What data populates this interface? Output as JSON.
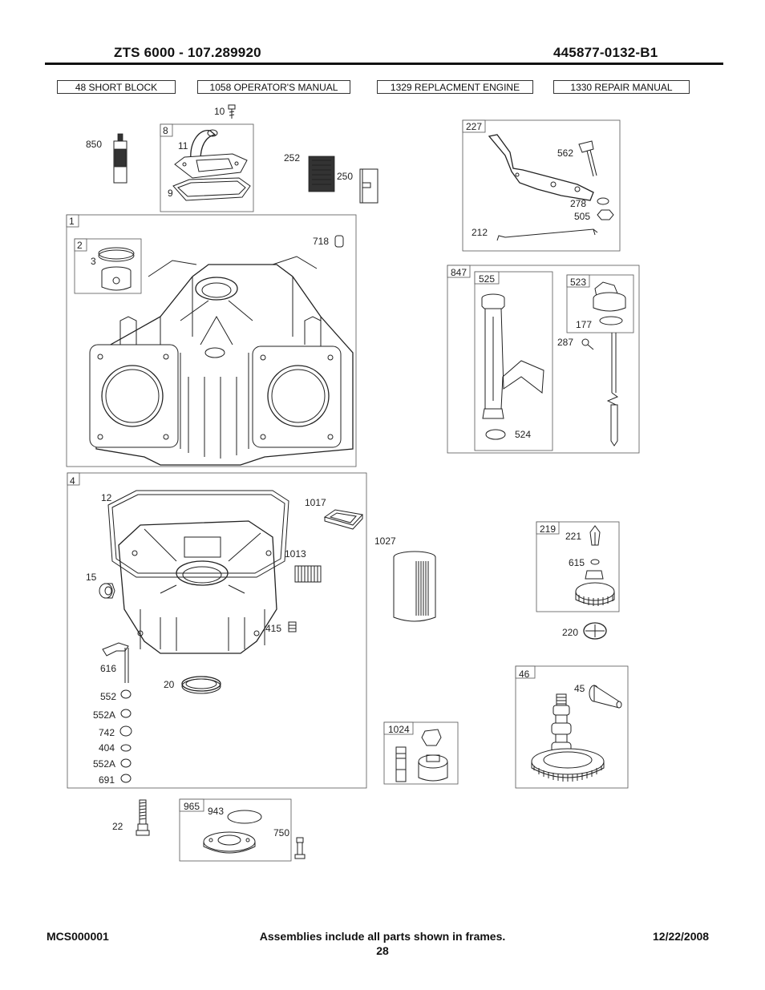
{
  "header": {
    "model": "ZTS 6000 - 107.289920",
    "doc_number": "445877-0132-B1"
  },
  "references": [
    "48 SHORT BLOCK",
    "1058 OPERATOR'S MANUAL",
    "1329 REPLACMENT ENGINE",
    "1330 REPAIR MANUAL"
  ],
  "frames": {
    "f8": "8",
    "f1": "1",
    "f2": "2",
    "f227": "227",
    "f847": "847",
    "f525": "525",
    "f523": "523",
    "f4": "4",
    "f219": "219",
    "f46": "46",
    "f1024": "1024",
    "f965": "965"
  },
  "parts": {
    "p10": "10",
    "p850": "850",
    "p11": "11",
    "p9": "9",
    "p252": "252",
    "p250": "250",
    "p562": "562",
    "p278": "278",
    "p505": "505",
    "p212": "212",
    "p718": "718",
    "p3": "3",
    "p177": "177",
    "p287": "287",
    "p524": "524",
    "p12": "12",
    "p1017": "1017",
    "p1027": "1027",
    "p1013": "1013",
    "p15": "15",
    "p221": "221",
    "p615": "615",
    "p415": "415",
    "p220": "220",
    "p616": "616",
    "p20": "20",
    "p45": "45",
    "p552": "552",
    "p552A": "552A",
    "p742": "742",
    "p404": "404",
    "p552A_2": "552A",
    "p691": "691",
    "p22": "22",
    "p943": "943",
    "p750": "750"
  },
  "footer": {
    "code": "MCS000001",
    "note": "Assemblies include all parts shown in frames.",
    "page": "28",
    "date": "12/22/2008"
  }
}
